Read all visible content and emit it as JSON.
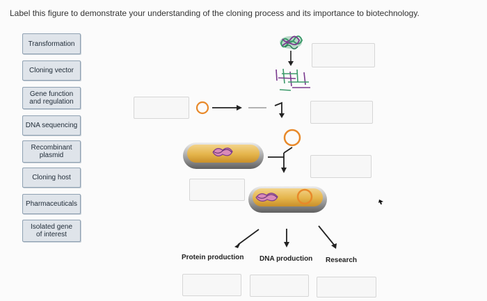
{
  "instructions": "Label this figure to demonstrate your understanding of the cloning process and its importance to biotechnology.",
  "labels": [
    "Transformation",
    "Cloning vector",
    "Gene function and regulation",
    "DNA sequencing",
    "Recombinant plasmid",
    "Cloning host",
    "Pharmaceuticals",
    "Isolated gene of interest"
  ],
  "outcomes": {
    "protein": "Protein production",
    "dna": "DNA production",
    "research": "Research"
  },
  "colors": {
    "label_bg": "#dfe4ea",
    "label_border": "#8fa1b2",
    "dna_purple": "#7a3a8e",
    "dna_green": "#3c9a6a",
    "plasmid_orange": "#e8892a",
    "cell_gold": "#e4b44a"
  }
}
